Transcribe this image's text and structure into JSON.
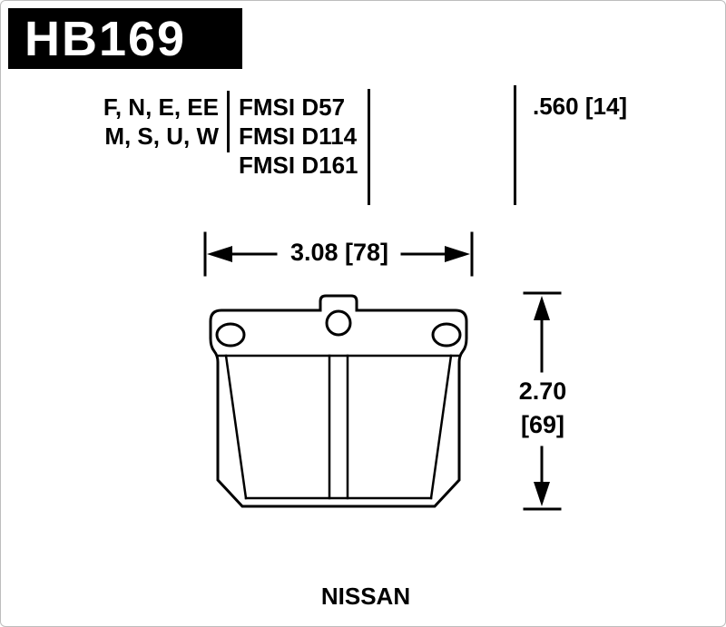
{
  "page": {
    "part_number": "HB169",
    "brand": "NISSAN"
  },
  "spec_table": {
    "compound_rows": [
      "F, N, E, EE",
      "M, S, U, W"
    ],
    "fmsi_rows": [
      "FMSI D57",
      "FMSI D114",
      "FMSI D161"
    ],
    "pad_thickness": ".560 [14]"
  },
  "dimensions": {
    "width": "3.08 [78]",
    "height_value": "2.70",
    "height_mm": "[69]"
  },
  "colors": {
    "ink": "#000000",
    "header_bg": "#000000",
    "header_text": "#ffffff",
    "background": "#ffffff"
  }
}
